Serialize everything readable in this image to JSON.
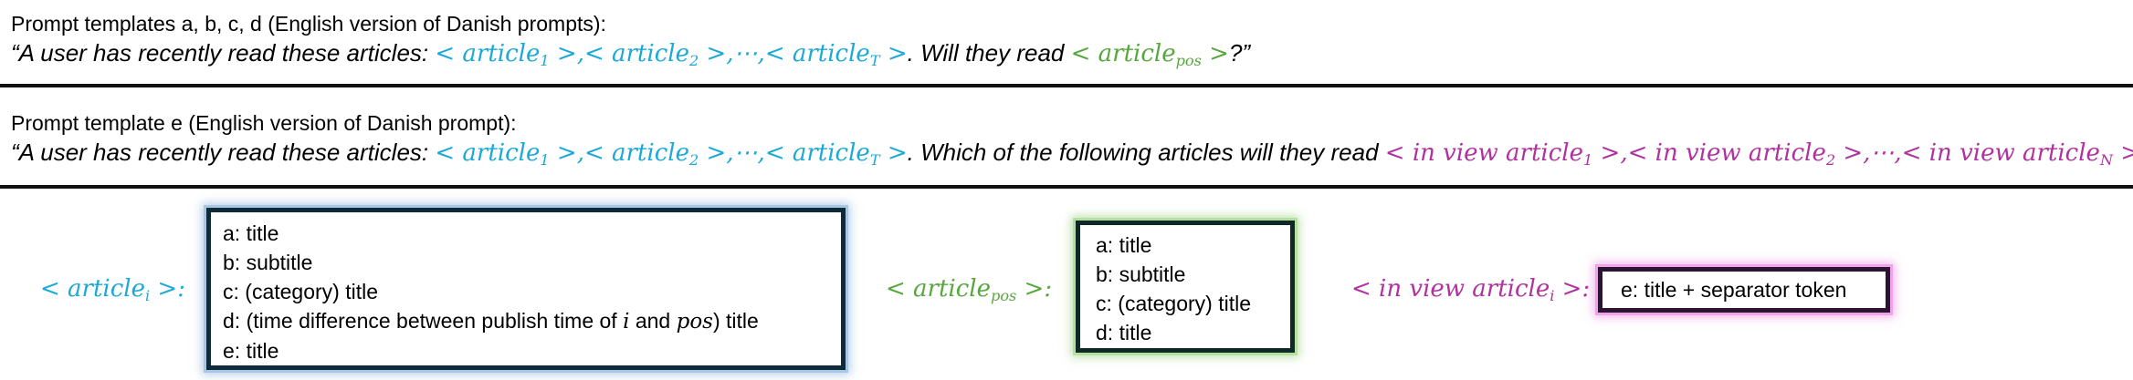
{
  "section_abcd": {
    "heading": "Prompt templates a, b, c, d (English version of Danish prompts):",
    "quote_start": "“A user has recently read these articles: ",
    "articles": "< article",
    "sub_1": "1",
    "sub_2": "2",
    "sub_T": "T",
    "close": " >",
    "comma": ",",
    "dots": "⋯",
    "mid_text": ". Will they read ",
    "pos_article": "< article",
    "sub_pos": "pos",
    "quote_end": "?”"
  },
  "section_e": {
    "heading": "Prompt template e (English version of Danish prompt):",
    "quote_start": "“A user has recently read these articles: ",
    "mid_text": ". Which of the following articles will they read ",
    "inview_article": "< in view article",
    "sub_N": "N",
    "quote_end": "?”"
  },
  "legend": {
    "article_i": {
      "label": "< article",
      "sub": "i",
      "suffix": " >:",
      "lines": [
        "a: title",
        "b: subtitle",
        "c: (category) title",
        "d: (time difference between publish time of",
        "i",
        "and",
        "pos",
        ") title",
        "e: title"
      ]
    },
    "article_pos": {
      "label": "< article",
      "sub": "pos",
      "suffix": " >:",
      "lines": [
        "a: title",
        "b: subtitle",
        "c: (category) title",
        "d: title"
      ]
    },
    "inview_article_i": {
      "label": "< in view article",
      "sub": "i",
      "suffix": " >:",
      "lines": [
        "e: title + separator token"
      ]
    }
  },
  "colors": {
    "article": "#1aa9d9",
    "article_pos": "#56a83c",
    "inview_article": "#b0319f"
  }
}
